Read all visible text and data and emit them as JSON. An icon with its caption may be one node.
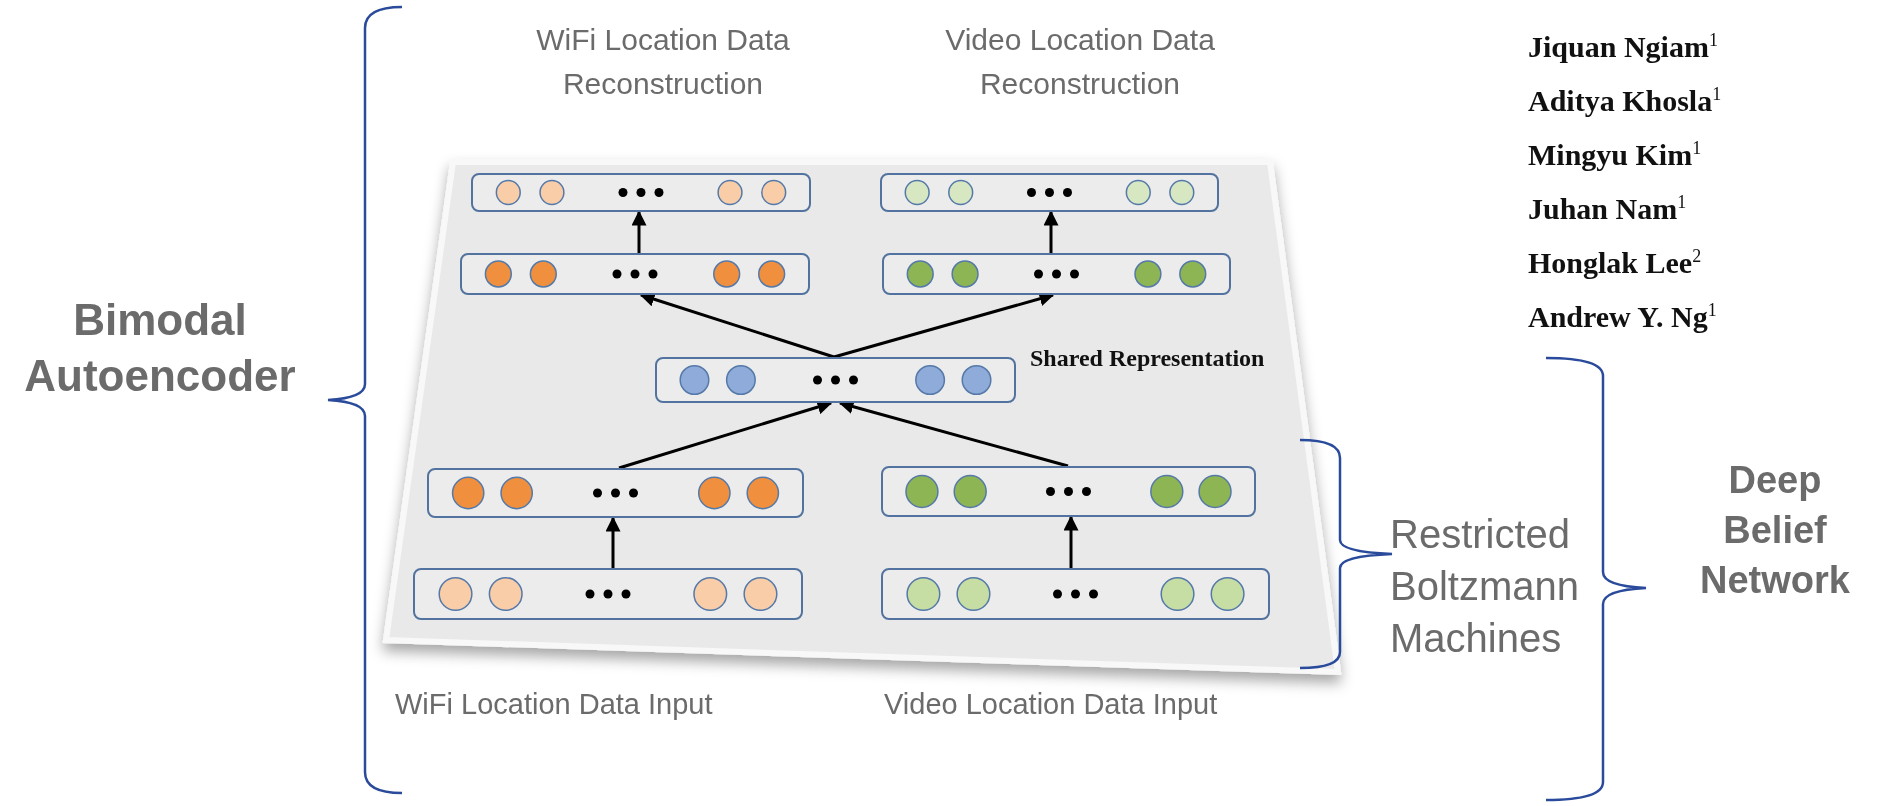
{
  "diagram": {
    "nodes": [
      {
        "text": [],
        "shape": "box"
      },
      {
        "text": [],
        "shape": "box"
      },
      {
        "text": [],
        "shape": "box"
      },
      {
        "text": [],
        "shape": "box"
      },
      {
        "text": [],
        "shape": "box",
        "beside": [
          "Shared Representation"
        ]
      },
      {
        "text": [],
        "shape": "box"
      },
      {
        "text": [],
        "shape": "box"
      },
      {
        "text": [],
        "shape": "box"
      },
      {
        "text": [],
        "shape": "box"
      }
    ],
    "edges": [
      {
        "from": 7,
        "to": 5,
        "arrow": "to"
      },
      {
        "from": 8,
        "to": 6,
        "arrow": "to"
      },
      {
        "from": 5,
        "to": 4,
        "arrow": "to"
      },
      {
        "from": 6,
        "to": 4,
        "arrow": "to"
      },
      {
        "from": 4,
        "to": 2,
        "arrow": "to"
      },
      {
        "from": 4,
        "to": 3,
        "arrow": "to"
      },
      {
        "from": 2,
        "to": 0,
        "arrow": "to"
      },
      {
        "from": 3,
        "to": 1,
        "arrow": "to"
      }
    ],
    "labels": [
      "WiFi Location Data Reconstruction",
      "Video Location Data Reconstruction",
      "Jiquan Ngiam$^{1}$",
      "Aditya Khosla$^{1}$",
      "Mingyu Kim$^{1}$",
      "Juhan Nam$^{1}$",
      "Honglak Lee$^{2}$",
      "Andrew Y. Ng$^{1}$",
      "Bimodal Autoencoder",
      "Restricted Boltzmann Machines",
      "Deep Belief Network",
      "WiFi Location Data Input",
      "Video Location Data Input"
    ]
  }
}
